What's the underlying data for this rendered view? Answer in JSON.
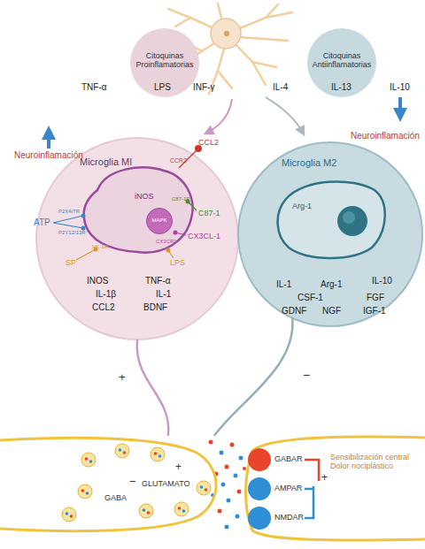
{
  "diagram": {
    "nodes": [
      {
        "text": [
          "Citoquinas Proinflamatorias"
        ]
      },
      {
        "text": [
          "Citoquinas Antiinflamatorias"
        ]
      },
      {
        "text": [
          "Microglia MI"
        ]
      },
      {
        "text": [
          "iNOS"
        ],
        "in": 2
      },
      {
        "text": [
          "MAPK"
        ],
        "in": 3
      },
      {
        "text": [
          "Microglia M2"
        ]
      },
      {
        "text": [
          "Arg-1"
        ],
        "in": 5
      },
      {
        "text": [
          "GABA",
          "GLUTAMATO"
        ]
      },
      {
        "text": [
          "GABAR"
        ]
      },
      {
        "text": [
          "AMPAR"
        ]
      },
      {
        "text": [
          "NMDAR"
        ]
      }
    ],
    "edges": [
      {
        "from": 2,
        "to": 7,
        "arrow": "none",
        "label": "+"
      },
      {
        "from": 5,
        "to": 7,
        "arrow": "none",
        "label": "−"
      }
    ],
    "labels": [
      "TNF-α",
      "LPS",
      "INF-γ",
      "IL-4",
      "IL-13",
      "IL-10",
      "Neuroinflamación",
      "CCL2",
      "CCR2",
      "ATP",
      "P2X4/7R",
      "P2Y12/13R",
      "C87-1R",
      "C87-1",
      "CX3CR1",
      "CX3CL-1",
      "NK-1R",
      "SP",
      "LPS",
      "INOS",
      "TNF-α",
      "IL-1β",
      "IL-1",
      "CCL2",
      "BDNF",
      "Neuroinflamación",
      "IL-1",
      "Arg-1",
      "IL-10",
      "CSF-1",
      "FGF",
      "GDNF",
      "NGF",
      "IGF-1",
      "−",
      "+",
      "+",
      "Sensibilización central Dolor nociplástico"
    ]
  }
}
